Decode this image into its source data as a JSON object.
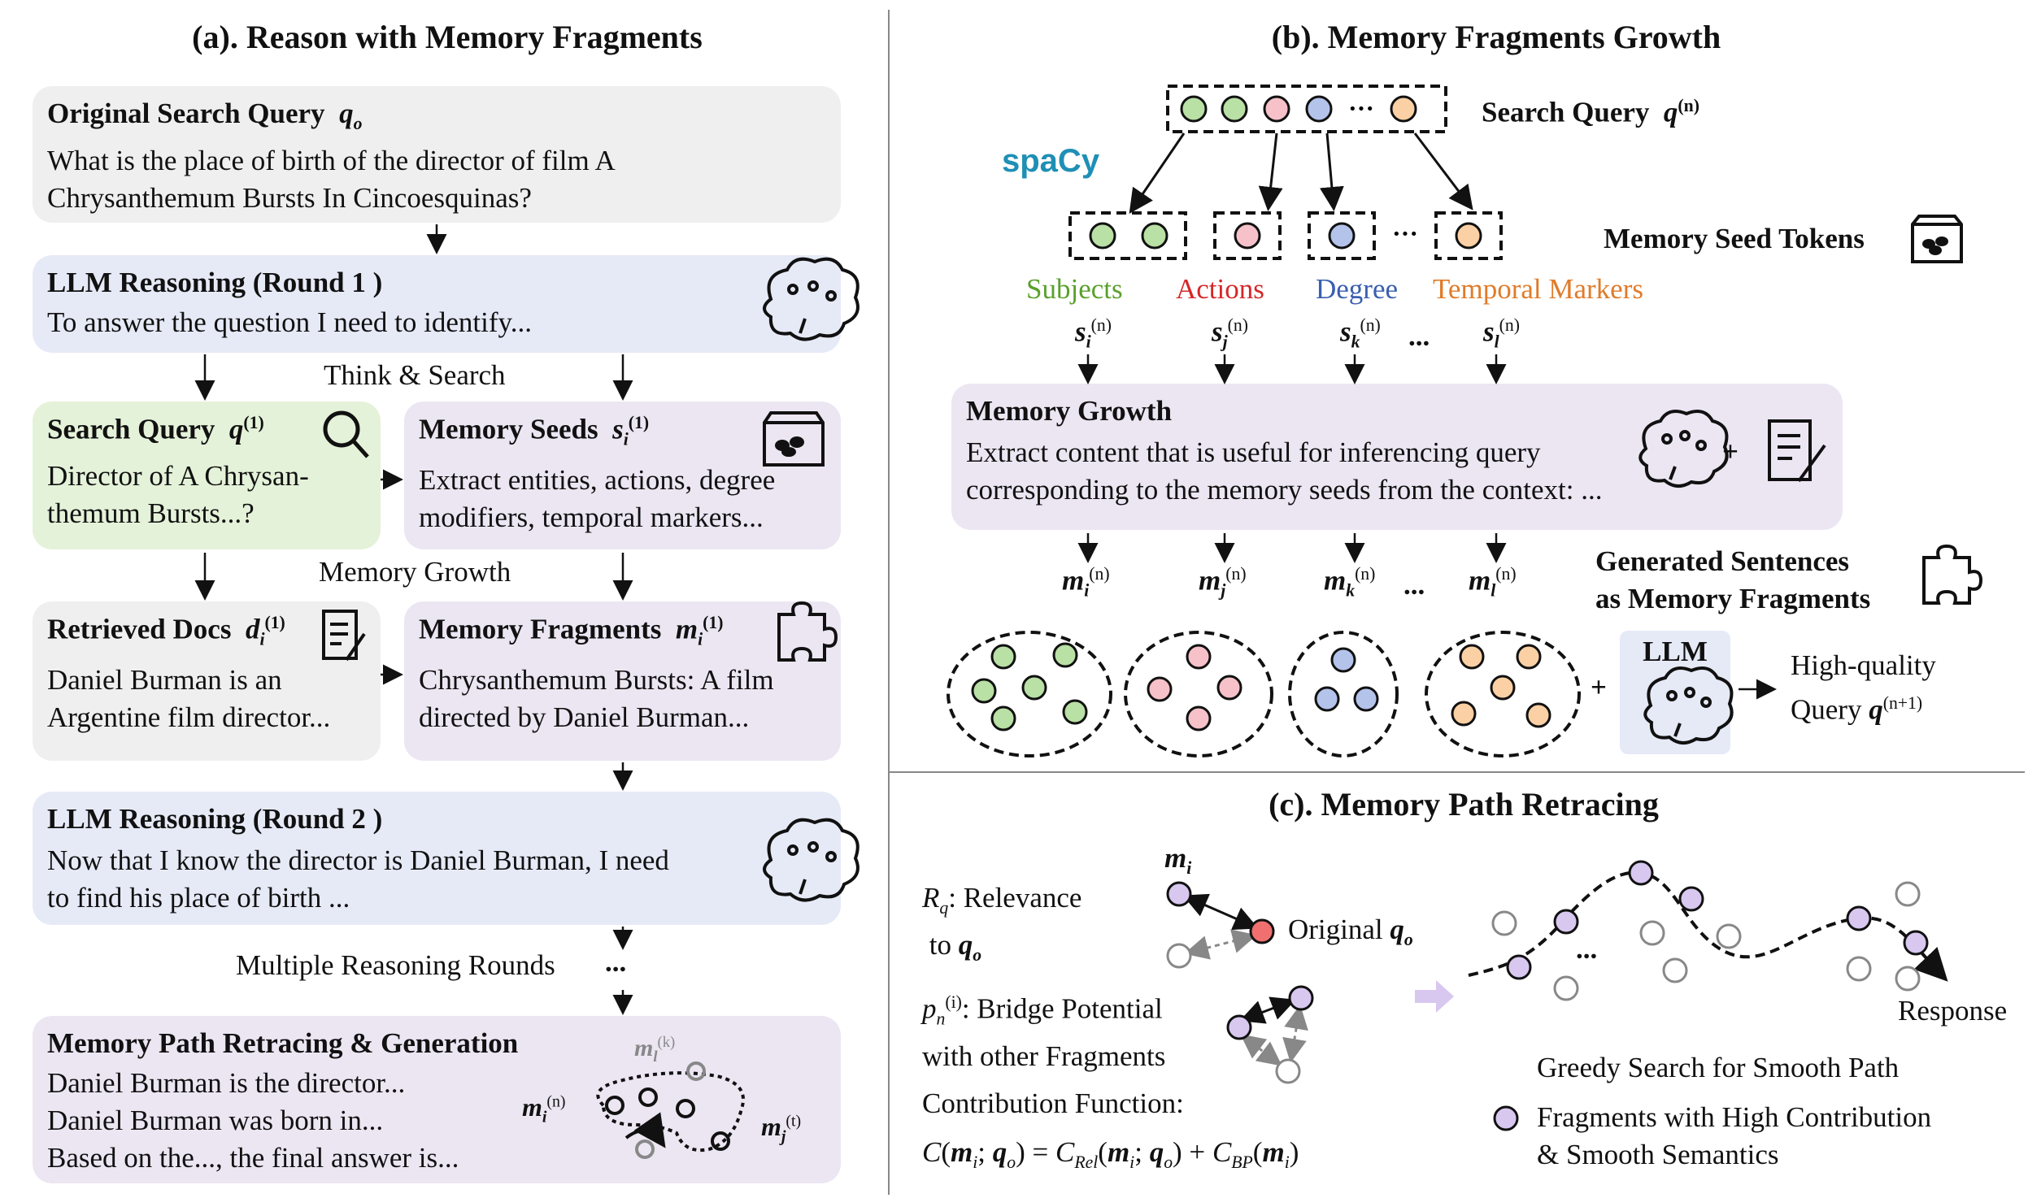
{
  "panel_a": {
    "title": "(a). Reason with Memory Fragments",
    "original_query": {
      "title": "Original Search Query",
      "symbol": "q",
      "subscript": "o",
      "line1": "What is the place of birth of the director of film A",
      "line2": "Chrysanthemum Bursts In Cincoesquinas?"
    },
    "round1": {
      "title": "LLM Reasoning (Round 1 )",
      "text": "To answer the question I need to identify..."
    },
    "think_search": "Think & Search",
    "search_query": {
      "title": "Search Query",
      "symbol": "q",
      "sup": "(1)",
      "line1": "Director of A Chrysan-",
      "line2": "themum Bursts...?"
    },
    "memory_seeds": {
      "title": "Memory Seeds",
      "symbol": "s",
      "sub": "i",
      "sup": "(1)",
      "line1": "Extract entities, actions, degree",
      "line2": "modifiers, temporal markers..."
    },
    "memory_growth": "Memory Growth",
    "retrieved_docs": {
      "title": "Retrieved Docs",
      "symbol": "d",
      "sub": "i",
      "sup": "(1)",
      "line1": "Daniel Burman is an",
      "line2": "Argentine film director..."
    },
    "memory_fragments": {
      "title": "Memory Fragments",
      "symbol": "m",
      "sub": "i",
      "sup": "(1)",
      "line1": "Chrysanthemum Bursts: A film",
      "line2": "directed by Daniel Burman..."
    },
    "round2": {
      "title": "LLM Reasoning (Round 2 )",
      "line1": "Now that I know the director is Daniel Burman, I need",
      "line2": "to find his place of birth ..."
    },
    "multiple_rounds": "Multiple Reasoning Rounds",
    "ellipsis": "...",
    "retracing": {
      "title": "Memory Path Retracing & Generation",
      "line1": "Daniel Burman is the director...",
      "line2": "Daniel Burman was born in...",
      "line3": "Based on the..., the final answer is...",
      "m_i": "m",
      "m_i_sub": "i",
      "m_i_sup": "(n)",
      "m_l": "m",
      "m_l_sub": "l",
      "m_l_sup": "(k)",
      "m_j": "m",
      "m_j_sub": "j",
      "m_j_sup": "(t)"
    }
  },
  "panel_b": {
    "title": "(b). Memory Fragments Growth",
    "search_query_label": "Search Query",
    "search_query_symbol": "q",
    "search_query_sup": "(n)",
    "spacy": "spaCy",
    "seed_tokens_label": "Memory Seed Tokens",
    "categories": [
      {
        "name": "Subjects",
        "color": "#5aa02c"
      },
      {
        "name": "Actions",
        "color": "#d62728"
      },
      {
        "name": "Degree",
        "color": "#3a5fb0"
      },
      {
        "name": "Temporal Markers",
        "color": "#e07b2a"
      }
    ],
    "seeds": [
      {
        "sub": "i",
        "sup": "(n)"
      },
      {
        "sub": "j",
        "sup": "(n)"
      },
      {
        "sub": "k",
        "sup": "(n)"
      },
      {
        "sub": "l",
        "sup": "(n)"
      }
    ],
    "memory_growth": {
      "title": "Memory Growth",
      "line1": "Extract content that is useful for inferencing query",
      "line2": "corresponding to the memory seeds from the context: ..."
    },
    "plus": "+",
    "generated_line1": "Generated Sentences",
    "generated_line2": "as Memory Fragments",
    "llm": "LLM",
    "hq_line1": "High-quality",
    "hq_line2": "Query",
    "hq_symbol": "q",
    "hq_sup": "(n+1)",
    "dots": "..."
  },
  "panel_c": {
    "title": "(c). Memory Path Retracing",
    "rq": "R",
    "rq_sub": "q",
    "rq_text": ": Relevance",
    "rq_line2": "to",
    "rq_sym": "q",
    "rq_sym_sub": "o",
    "m_i": "m",
    "m_i_sub": "i",
    "original": "Original",
    "original_sym": "q",
    "original_sub": "o",
    "pn": "p",
    "pn_sub": "n",
    "pn_sup": "(i)",
    "pn_text": ": Bridge Potential",
    "pn_line2": "with other Fragments",
    "contribution": "Contribution Function:",
    "formula": "C(mᵢ; qₒ) = C_Rel(mᵢ; qₒ) + C_BP(mᵢ)",
    "response": "Response",
    "greedy": "Greedy Search for Smooth Path",
    "legend_line1": "Fragments with High Contribution",
    "legend_line2": "& Smooth Semantics",
    "dots": "..."
  },
  "colors": {
    "gray_box": "#efefef",
    "blue_box": "#e6eaf7",
    "green_box": "#e4f2d9",
    "purple_box": "#ece6f3",
    "green_node": "#b9e0a5",
    "red_node": "#f6c1c8",
    "blue_node": "#b4c3ea",
    "orange_node": "#fad0a4",
    "lavender_node": "#d8c8f0"
  }
}
